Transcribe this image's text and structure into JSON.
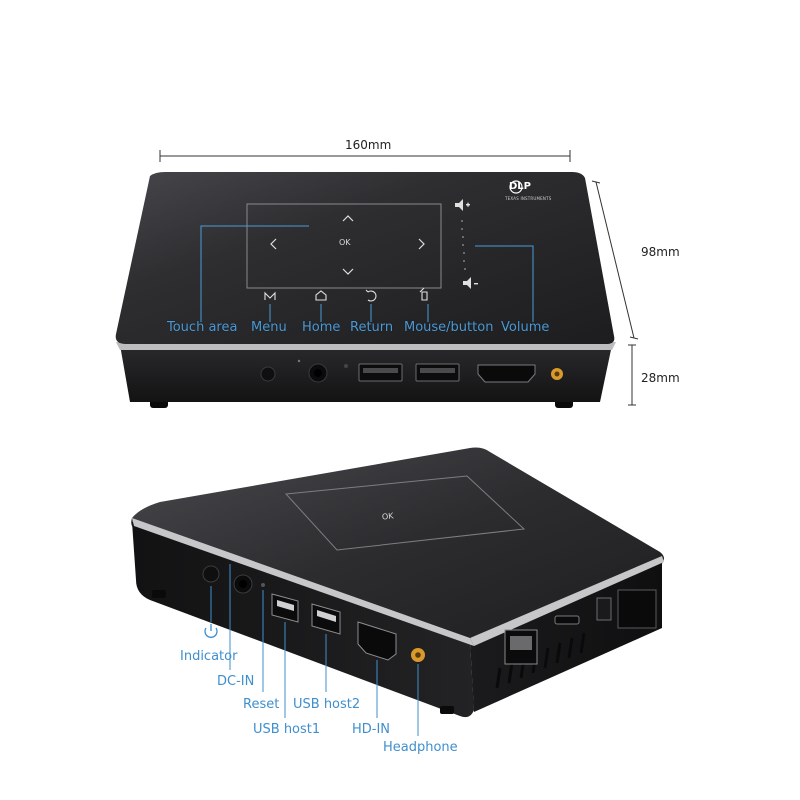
{
  "dimensions": {
    "width": "160mm",
    "depth": "98mm",
    "height": "28mm"
  },
  "top_view": {
    "touch_center": "OK",
    "brand_logo": "DLP",
    "brand_sub": "TEXAS INSTRUMENTS",
    "callouts": [
      "Touch area",
      "Menu",
      "Home",
      "Return",
      "Mouse/button",
      "Volume"
    ]
  },
  "side_view": {
    "touch_center": "OK",
    "callouts": [
      "Indicator",
      "DC-IN",
      "Reset",
      "USB host1",
      "USB host2",
      "HD-IN",
      "Headphone"
    ]
  },
  "colors": {
    "body": "#1c1c1e",
    "top_surface": "#2b2b2e",
    "trim": "#bfbfc2",
    "callout": "#3f8fce",
    "audio_jack": "#d99a2b"
  }
}
